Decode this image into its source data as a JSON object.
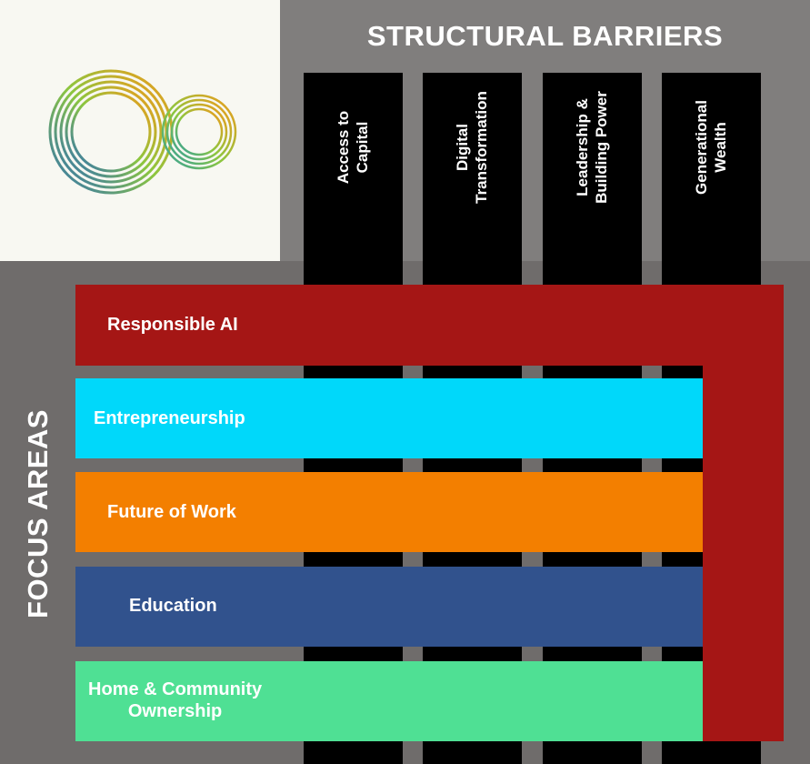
{
  "title": "STRUCTURAL BARRIERS",
  "side_label": "FOCUS AREAS",
  "logo": {
    "name": "concentric-rings-logo",
    "gradient": [
      "#f29a1a",
      "#8cc63f",
      "#2e6fb7"
    ]
  },
  "barriers": [
    {
      "label": "Access to\nCapital"
    },
    {
      "label": "Digital\nTransformation"
    },
    {
      "label": "Leadership &\nBuilding Power"
    },
    {
      "label": "Generational\nWealth"
    }
  ],
  "focus_areas": [
    {
      "label": "Responsible AI",
      "color": "#a51615"
    },
    {
      "label": "Entrepreneurship",
      "color": "#00d8fa"
    },
    {
      "label": "Future of Work",
      "color": "#f37f00"
    },
    {
      "label": "Education",
      "color": "#31528d"
    },
    {
      "label": "Home & Community\nOwnership",
      "color": "#4fe094"
    }
  ]
}
